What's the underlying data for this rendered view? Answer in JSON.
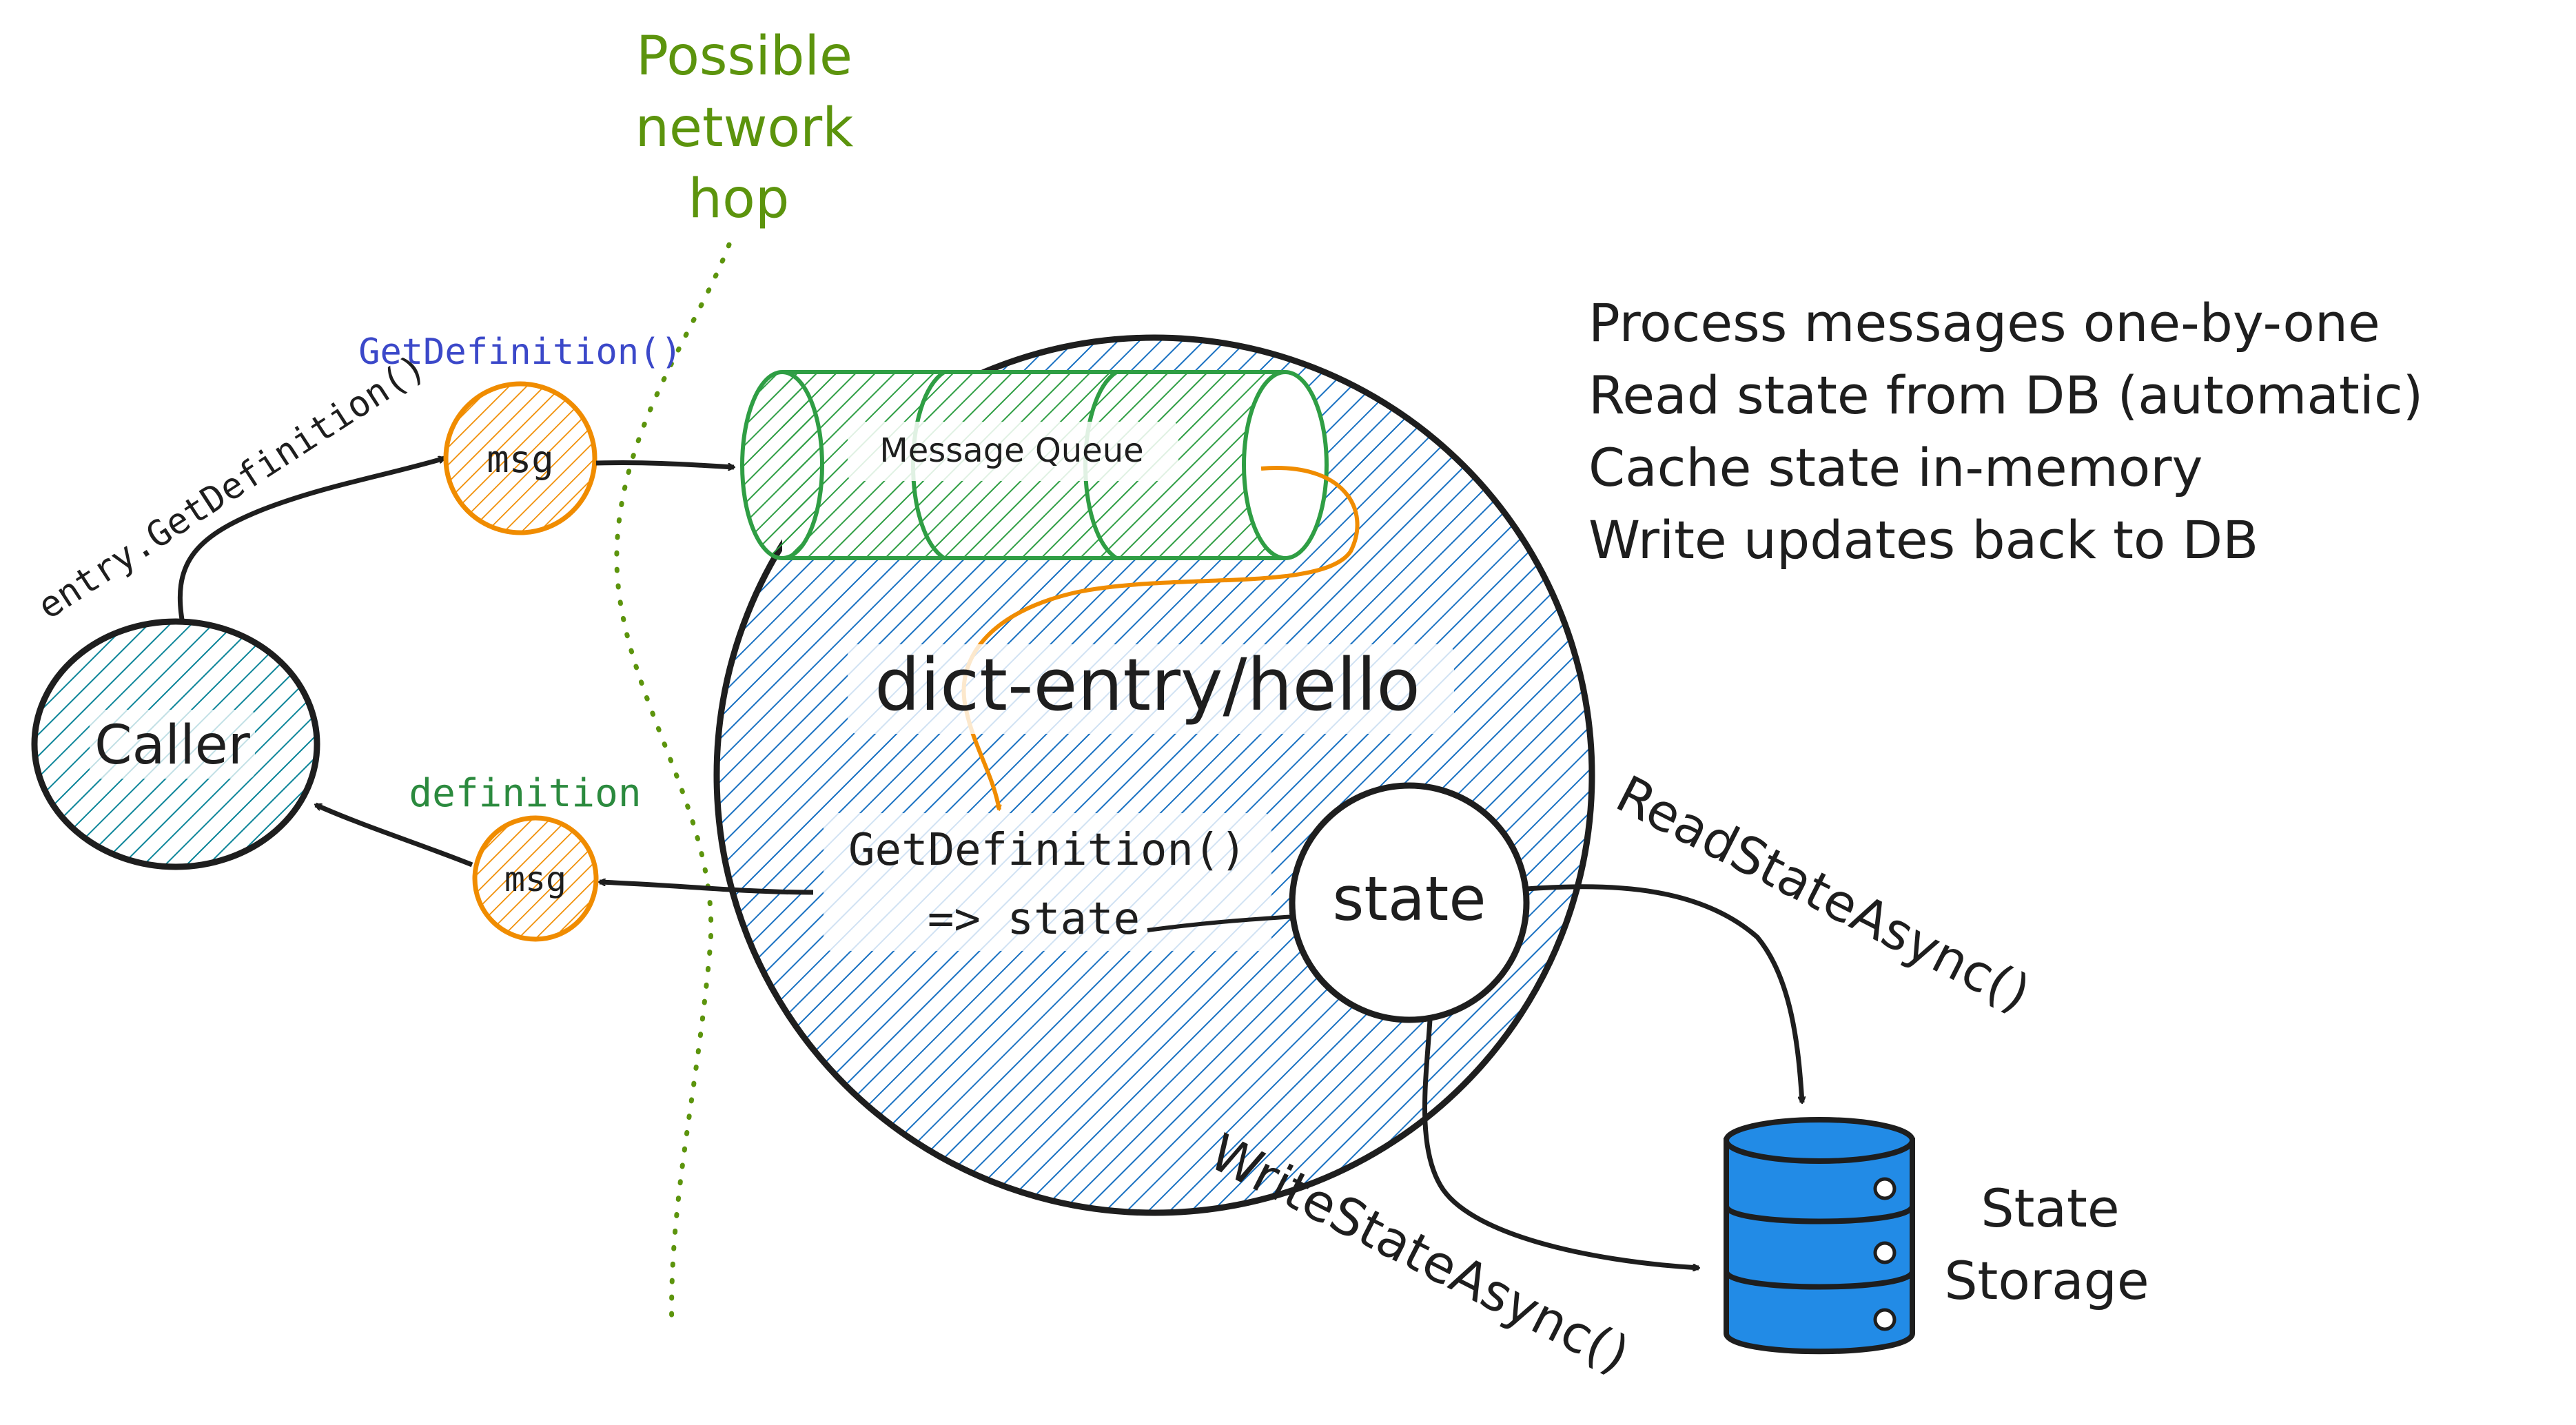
{
  "network_hop": {
    "label_line1": "Possible",
    "label_line2": "network",
    "label_line3": "hop"
  },
  "caller": {
    "label": "Caller"
  },
  "call": {
    "label": "entry.GetDefinition()",
    "message_label": "GetDefinition()",
    "message_node": "msg"
  },
  "response": {
    "message_label": "definition",
    "message_node": "msg"
  },
  "queue": {
    "label": "Message Queue"
  },
  "grain": {
    "label": "dict-entry/hello",
    "method_line1": "GetDefinition()",
    "method_line2": "=> state"
  },
  "state": {
    "label": "state"
  },
  "notes": [
    "Process messages one-by-one",
    "Read state from DB (automatic)",
    "Cache state in-memory",
    "Write updates back to DB"
  ],
  "storage": {
    "read_label": "ReadStateAsync()",
    "write_label": "WriteStateAsync()",
    "label_line1": "State",
    "label_line2": "Storage"
  },
  "colors": {
    "blue": "#1971c2",
    "teal": "#0c8599",
    "green_queue": "#2f9e44",
    "orange": "#f08c00",
    "olive": "#5c940d",
    "label_blue": "#3b48c9",
    "label_green": "#2b8a3e",
    "db_blue": "#228be6",
    "ink": "#1e1e1e"
  }
}
